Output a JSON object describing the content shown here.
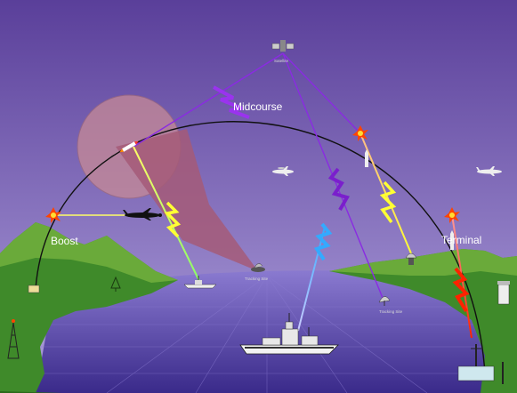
{
  "phases": {
    "boost": "Boost",
    "midcourse": "Midcourse",
    "terminal": "Terminal"
  },
  "small_labels": {
    "satellite": "Satellite",
    "tracking_site_left": "Tracking Site",
    "tracking_site_right": "Tracking Site"
  },
  "colors": {
    "sky_top": "#5a3f9a",
    "sky_bottom": "#a99ad8",
    "sea": "#5a4aa8",
    "land": "#3f8a2a",
    "land_top": "#6aaa3a",
    "sensor_fan": "#b86b7e",
    "trajectory": "#111111",
    "bolt_purple": "#8a2be2",
    "bolt_yellow": "#ffff33",
    "bolt_blue": "#33aaff",
    "bolt_red": "#ff3322"
  },
  "icons": [
    "satellite-icon",
    "missile-icon",
    "aircraft-icon",
    "awacs-aircraft-icon",
    "ship-icon",
    "cruiser-icon",
    "radar-dish-icon",
    "tracking-site-icon",
    "interceptor-icon",
    "explosion-icon",
    "radio-tower-icon",
    "tree-icon",
    "building-icon",
    "launcher-icon"
  ]
}
